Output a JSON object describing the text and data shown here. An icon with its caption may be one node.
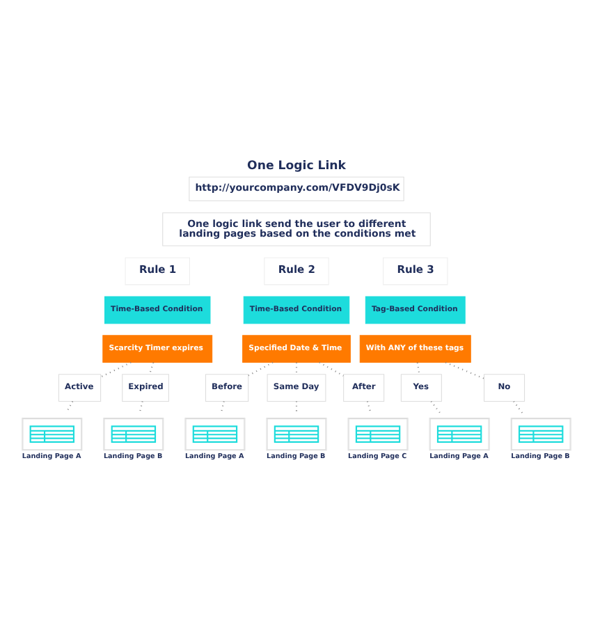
{
  "diagram": {
    "title": "One Logic Link",
    "nodes": [
      {
        "text": [
          "http://yourcompany.com/VFDV9Dj0sK"
        ]
      },
      {
        "text": [
          "One logic link send the user to different landing pages based on the conditions met"
        ]
      },
      {
        "text": [
          "Rule 1"
        ]
      },
      {
        "text": [
          "Time-Based Condition"
        ]
      },
      {
        "text": [
          "Scarcity Timer expires"
        ]
      },
      {
        "text": [
          "Active"
        ]
      },
      {
        "text": [
          "Expired"
        ]
      },
      {
        "text": [
          "Landing Page A"
        ]
      },
      {
        "text": [
          "Landing Page B"
        ]
      },
      {
        "text": [
          "Rule 2"
        ]
      },
      {
        "text": [
          "Time-Based Condition"
        ]
      },
      {
        "text": [
          "Specified Date & Time"
        ]
      },
      {
        "text": [
          "Before"
        ]
      },
      {
        "text": [
          "Same Day"
        ]
      },
      {
        "text": [
          "After"
        ]
      },
      {
        "text": [
          "Landing Page A"
        ]
      },
      {
        "text": [
          "Landing Page B"
        ]
      },
      {
        "text": [
          "Landing Page C"
        ]
      },
      {
        "text": [
          "Rule 3"
        ]
      },
      {
        "text": [
          "Tag-Based Condition"
        ]
      },
      {
        "text": [
          "With ANY of these tags"
        ]
      },
      {
        "text": [
          "Yes"
        ]
      },
      {
        "text": [
          "No"
        ]
      },
      {
        "text": [
          "Landing Page A"
        ]
      },
      {
        "text": [
          "Landing Page B"
        ]
      }
    ],
    "edges": [
      {
        "from": 4,
        "to": 5,
        "arrow": "none"
      },
      {
        "from": 4,
        "to": 6,
        "arrow": "none"
      },
      {
        "from": 5,
        "to": 7,
        "arrow": "none"
      },
      {
        "from": 6,
        "to": 8,
        "arrow": "none"
      },
      {
        "from": 11,
        "to": 12,
        "arrow": "none"
      },
      {
        "from": 11,
        "to": 13,
        "arrow": "none"
      },
      {
        "from": 11,
        "to": 14,
        "arrow": "none"
      },
      {
        "from": 12,
        "to": 15,
        "arrow": "none"
      },
      {
        "from": 13,
        "to": 16,
        "arrow": "none"
      },
      {
        "from": 14,
        "to": 17,
        "arrow": "none"
      },
      {
        "from": 20,
        "to": 21,
        "arrow": "none"
      },
      {
        "from": 20,
        "to": 22,
        "arrow": "none"
      },
      {
        "from": 21,
        "to": 23,
        "arrow": "none"
      },
      {
        "from": 22,
        "to": 24,
        "arrow": "none"
      }
    ]
  }
}
